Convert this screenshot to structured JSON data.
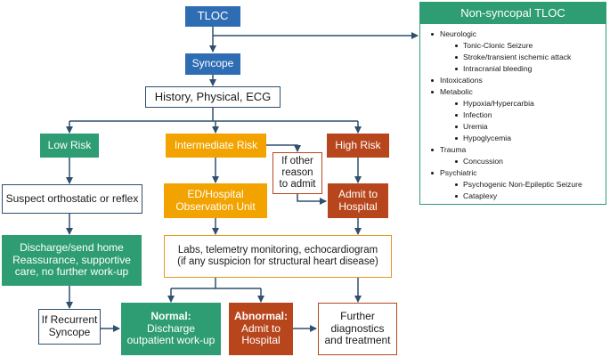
{
  "nodes": {
    "tloc": "TLOC",
    "syncope": "Syncope",
    "history": "History, Physical, ECG",
    "low_risk": "Low Risk",
    "intermediate_risk": "Intermediate Risk",
    "high_risk": "High Risk",
    "if_other": [
      "If other",
      "reason",
      "to admit"
    ],
    "suspect": "Suspect orthostatic or reflex",
    "ed_obs": [
      "ED/Hospital",
      "Observation Unit"
    ],
    "admit_high": [
      "Admit to",
      "Hospital"
    ],
    "discharge": [
      "Discharge/send home",
      "Reassurance, supportive",
      "care, no further work-up"
    ],
    "labs": [
      "Labs, telemetry monitoring, echocardiogram",
      "(if any suspicion for structural heart disease)"
    ],
    "if_recurrent": [
      "If Recurrent",
      "Syncope"
    ],
    "normal_title": "Normal:",
    "normal_body": [
      "Discharge",
      "outpatient work-up"
    ],
    "abnormal_title": "Abnormal:",
    "abnormal_body": [
      "Admit to",
      "Hospital"
    ],
    "further": [
      "Further",
      "diagnostics",
      "and treatment"
    ]
  },
  "non_syncopal": {
    "title": "Non-syncopal TLOC",
    "categories": [
      {
        "label": "Neurologic",
        "items": [
          "Tonic-Clonic Seizure",
          "Stroke/transient ischemic attack",
          "Intracranial bleeding"
        ]
      },
      {
        "label": "Intoxications",
        "items": []
      },
      {
        "label": "Metabolic",
        "items": [
          "Hypoxia/Hypercarbia",
          "Infection",
          "Uremia",
          "Hypoglycemia"
        ]
      },
      {
        "label": "Trauma",
        "items": [
          "Concussion"
        ]
      },
      {
        "label": "Psychiatric",
        "items": [
          "Psychogenic Non-Epileptic Seizure",
          "Cataplexy"
        ]
      }
    ]
  },
  "colors": {
    "blue": "#2e6db4",
    "green": "#2e9d73",
    "orange": "#f2a300",
    "red": "#b8461d",
    "connector": "#2f4f6f"
  }
}
